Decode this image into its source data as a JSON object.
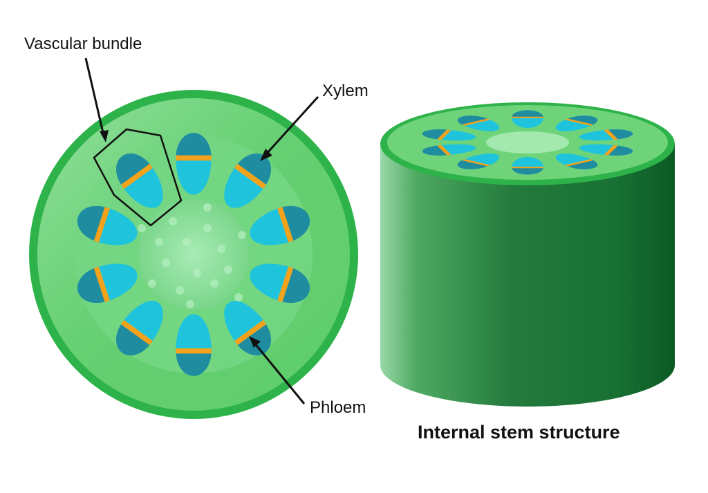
{
  "labels": {
    "vascular_bundle": "Vascular bundle",
    "xylem": "Xylem",
    "phloem": "Phloem"
  },
  "caption": "Internal stem structure",
  "colors": {
    "outer_ring": "#2db34a",
    "cortex": "#6fd37a",
    "pith": "#8fe0a0",
    "xylem": "#1f8ca0",
    "phloem": "#1fc4dc",
    "cambium": "#f3a21c",
    "cylinder_dark": "#0f6b2c",
    "cylinder_light": "#6ec788",
    "outline": "#111111"
  }
}
